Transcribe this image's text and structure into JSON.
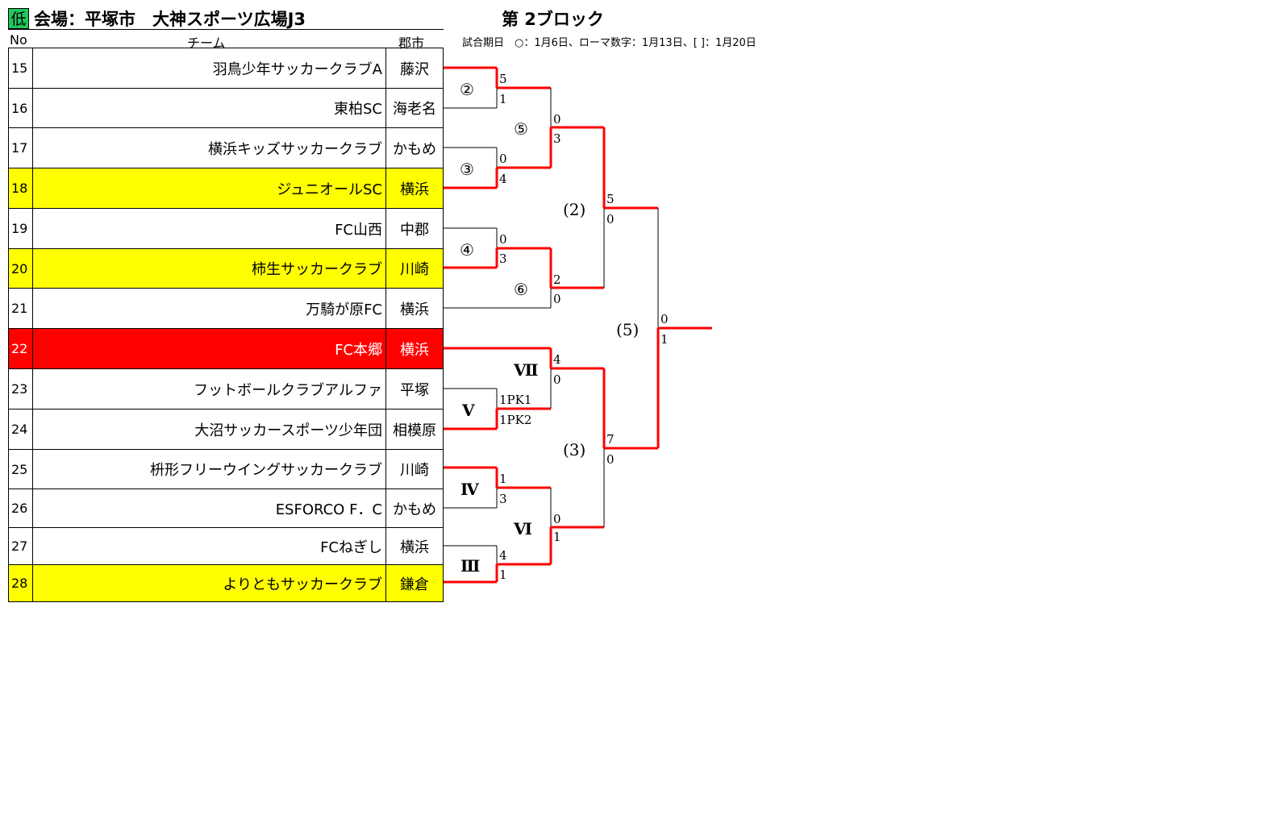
{
  "header": {
    "level_badge": "低",
    "venue_title": "会場：平塚市　大神スポーツ広場J3",
    "block_title": "第 2ブロック",
    "match_dates": "試合期日　○：1月6日、ローマ数字：1月13日、[ ]：1月20日",
    "col_no": "No",
    "col_team": "チーム",
    "col_city": "郡市"
  },
  "colors": {
    "level_badge": "#22c55e",
    "highlight_yellow": "#ffff00",
    "highlight_red": "#ff0000",
    "winner_line": "#ff0000",
    "loser_line": "#000000"
  },
  "teams": [
    {
      "no": "15",
      "name": "羽鳥少年サッカークラブA",
      "city": "藤沢",
      "highlight": "none"
    },
    {
      "no": "16",
      "name": "東柏SC",
      "city": "海老名",
      "highlight": "none"
    },
    {
      "no": "17",
      "name": "横浜キッズサッカークラブ",
      "city": "かもめ",
      "highlight": "none"
    },
    {
      "no": "18",
      "name": "ジュニオールSC",
      "city": "横浜",
      "highlight": "yellow"
    },
    {
      "no": "19",
      "name": "FC山西",
      "city": "中郡",
      "highlight": "none"
    },
    {
      "no": "20",
      "name": "柿生サッカークラブ",
      "city": "川崎",
      "highlight": "yellow"
    },
    {
      "no": "21",
      "name": "万騎が原FC",
      "city": "横浜",
      "highlight": "none"
    },
    {
      "no": "22",
      "name": "FC本郷",
      "city": "横浜",
      "highlight": "red"
    },
    {
      "no": "23",
      "name": "フットボールクラブアルファ",
      "city": "平塚",
      "highlight": "none"
    },
    {
      "no": "24",
      "name": "大沼サッカースポーツ少年団",
      "city": "相模原",
      "highlight": "none"
    },
    {
      "no": "25",
      "name": "枡形フリーウイングサッカークラブ",
      "city": "川崎",
      "highlight": "none"
    },
    {
      "no": "26",
      "name": "ESFORCO F．C",
      "city": "かもめ",
      "highlight": "none"
    },
    {
      "no": "27",
      "name": "FCねぎし",
      "city": "横浜",
      "highlight": "none"
    },
    {
      "no": "28",
      "name": "よりともサッカークラブ",
      "city": "鎌倉",
      "highlight": "yellow"
    }
  ],
  "bracket": {
    "labels": [
      "②",
      "③",
      "④",
      "⑤",
      "⑥",
      "Ⅴ",
      "Ⅳ",
      "Ⅲ",
      "Ⅶ",
      "Ⅵ",
      "(2)",
      "(3)",
      "(5)"
    ],
    "scores": [
      "5",
      "1",
      "0",
      "4",
      "0",
      "3",
      "0",
      "3",
      "2",
      "0",
      "1PK1",
      "1PK2",
      "4",
      "0",
      "1",
      "3",
      "4",
      "1",
      "0",
      "1",
      "5",
      "0",
      "7",
      "0",
      "0",
      "1"
    ]
  }
}
